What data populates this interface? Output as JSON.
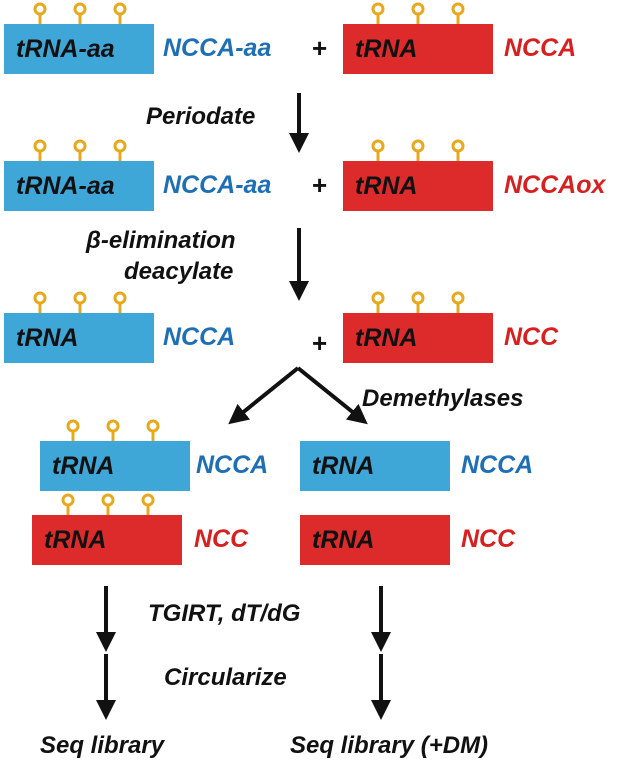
{
  "rows": [
    {
      "left_box": {
        "text": "tRNA-aa",
        "color": "blue"
      },
      "left_label": "NCCA-aa",
      "plus": "+",
      "right_box": {
        "text": "tRNA",
        "color": "red"
      },
      "right_label": "NCCA"
    },
    {
      "left_box": {
        "text": "tRNA-aa",
        "color": "blue"
      },
      "left_label": "NCCA-aa",
      "plus": "+",
      "right_box": {
        "text": "tRNA",
        "color": "red"
      },
      "right_label": "NCCAox"
    },
    {
      "left_box": {
        "text": "tRNA",
        "color": "blue"
      },
      "left_label": "NCCA",
      "plus": "+",
      "right_box": {
        "text": "tRNA",
        "color": "red"
      },
      "right_label": "NCC"
    }
  ],
  "steps": {
    "periodate": "Periodate",
    "beta_elimination": "β-elimination",
    "deacylate": "deacylate",
    "demethylases": "Demethylases",
    "tgirt": "TGIRT, dT/dG",
    "circularize": "Circularize"
  },
  "branches": {
    "left": {
      "top_box": "tRNA",
      "top_label": "NCCA",
      "bottom_box": "tRNA",
      "bottom_label": "NCC",
      "result": "Seq library"
    },
    "right": {
      "top_box": "tRNA",
      "top_label": "NCCA",
      "bottom_box": "tRNA",
      "bottom_label": "NCC",
      "result": "Seq library (+DM)"
    }
  },
  "colors": {
    "blue_box": "#3fa7d8",
    "red_box": "#dd2a2a",
    "blue_text": "#1f6fb5",
    "red_text": "#d72020",
    "modification": "#e8a81c",
    "arrow": "#111111"
  }
}
